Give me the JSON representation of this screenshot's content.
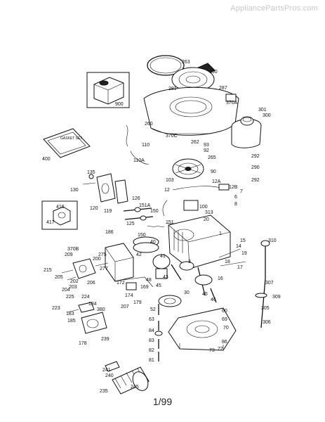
{
  "watermark": "AppliancePartsPros.com",
  "page_number": "1/99",
  "inset_engine_label": "900",
  "manual_label": "GASKET SET",
  "part_labels": {
    "p263": "263",
    "p390": "390",
    "p281": "281",
    "p287": "287",
    "p370A": "370A",
    "p300": "300",
    "p301": "301",
    "p900": "900",
    "p260": "260",
    "p370C": "370C",
    "p262": "262",
    "p93": "93",
    "p92": "92",
    "p265": "265",
    "p292a": "292",
    "p290": "290",
    "p292b": "292",
    "p110": "110",
    "p400": "400",
    "p110A": "110A",
    "p103": "103",
    "p90": "90",
    "p12": "12",
    "p12A": "12A",
    "p12B": "12B",
    "p7": "7",
    "p6": "6",
    "p8": "8",
    "p135": "135",
    "p130": "130",
    "p120": "120",
    "p119": "119",
    "p126": "126",
    "p151A": "151A",
    "p150a": "150",
    "p100": "100",
    "p313": "313",
    "p20": "20",
    "p416": "416",
    "p417": "417",
    "p125": "125",
    "p151": "151",
    "p150b": "150",
    "p186": "186",
    "p1": "1",
    "p15": "15",
    "p14": "14",
    "p370B": "370B",
    "p209": "209",
    "p275": "275",
    "p40": "40",
    "p42": "42",
    "p41": "41",
    "p3": "3",
    "p19": "19",
    "p18": "18",
    "p17": "17",
    "p310": "310",
    "p200": "200",
    "p215": "215",
    "p205": "205",
    "p202": "202",
    "p203": "203",
    "p204": "204",
    "p206": "206",
    "p277": "277",
    "p48": "48",
    "p45a": "45",
    "p43": "43",
    "p16": "16",
    "p307": "307",
    "p172": "172",
    "p169": "169",
    "p174": "174",
    "p45b": "45",
    "p46": "46",
    "p30": "30",
    "p309": "309",
    "p223": "223",
    "p184": "184",
    "p380": "380",
    "p207": "207",
    "p179": "179",
    "p52": "52",
    "p305": "305",
    "p225": "225",
    "p224": "224",
    "p185": "185",
    "p183": "183",
    "p239": "239",
    "p60": "60",
    "p69": "69",
    "p306": "306",
    "p63": "63",
    "p70": "70",
    "p178": "178",
    "p84": "84",
    "p83": "83",
    "p86": "86",
    "p82": "82",
    "p72": "72",
    "p81": "81",
    "p73": "73",
    "p241": "241",
    "p240": "240",
    "p245": "245",
    "p235": "235"
  }
}
